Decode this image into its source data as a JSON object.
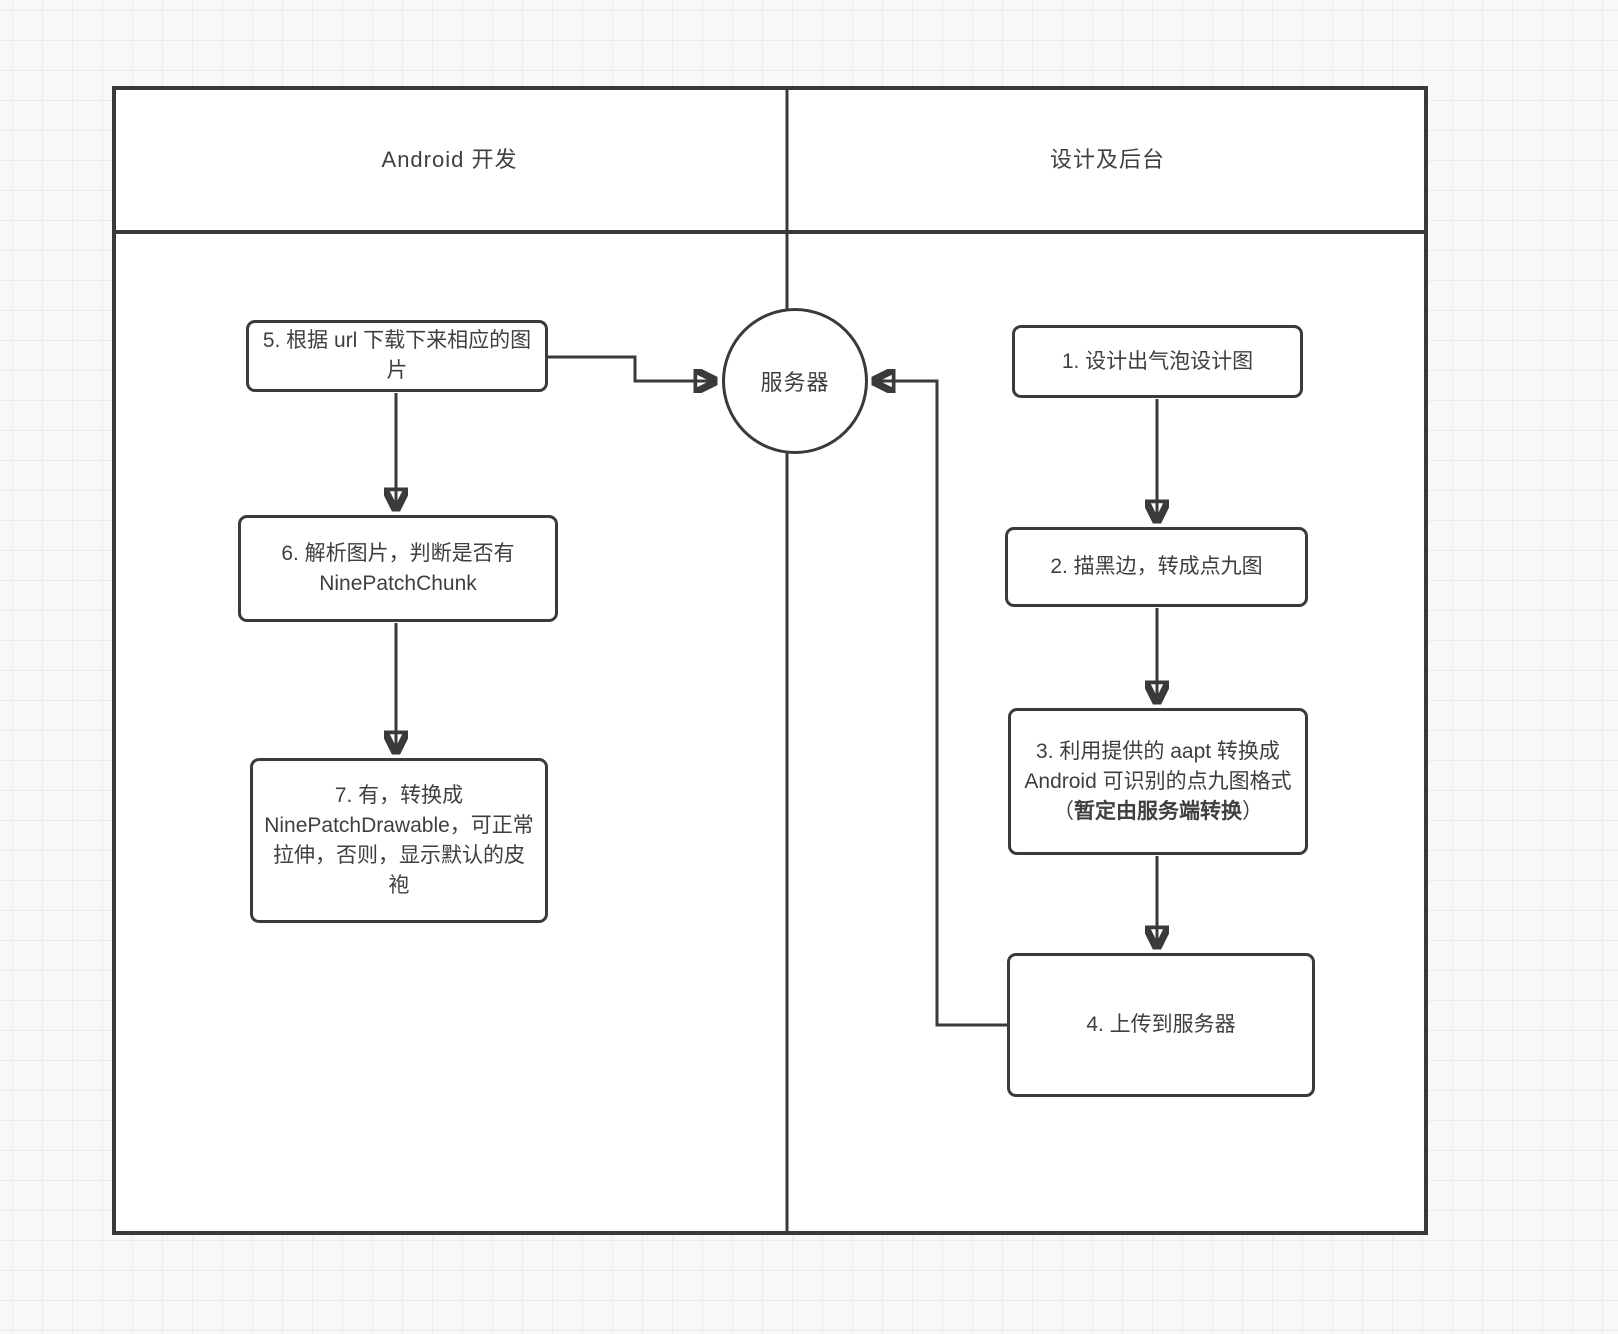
{
  "diagram": {
    "lanes": {
      "left_label": "Android 开发",
      "right_label": "设计及后台"
    },
    "server_node": {
      "label": "服务器"
    },
    "steps": {
      "step1": {
        "label": "1. 设计出气泡设计图"
      },
      "step2": {
        "label": "2. 描黑边，转成点九图"
      },
      "step3": {
        "label_regular": "3. 利用提供的 aapt 转换成 Android 可识别的点九图格式（",
        "label_bold": "暂定由服务端转换",
        "label_close": "）"
      },
      "step4": {
        "label": "4. 上传到服务器"
      },
      "step5": {
        "label": "5. 根据 url 下载下来相应的图片"
      },
      "step6": {
        "label": "6. 解析图片，判断是否有 NinePatchChunk"
      },
      "step7": {
        "label": "7. 有，转换成 NinePatchDrawable，可正常拉伸，否则，显示默认的皮袍"
      }
    },
    "colors": {
      "stroke": "#3a3a3a",
      "node_fill": "#ffffff",
      "canvas_background": "#f8f8f9",
      "grid_line": "#ececee"
    }
  }
}
